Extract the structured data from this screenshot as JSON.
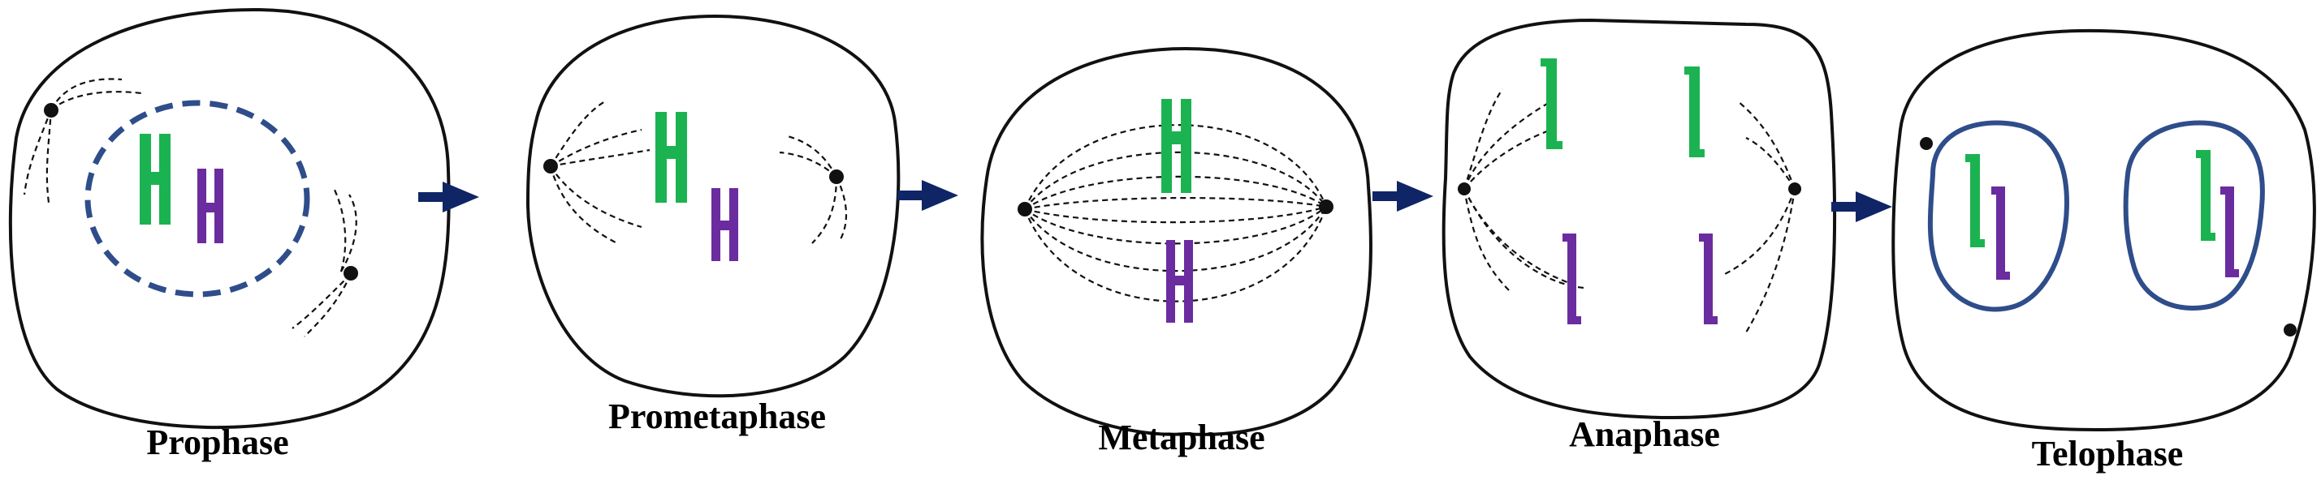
{
  "colors": {
    "chromosome_green": "#1bb351",
    "chromosome_purple": "#6b2c9f",
    "nuclear_envelope": "#2e4d8a",
    "arrow": "#0f2566",
    "outline": "#111111"
  },
  "stages": [
    {
      "id": "prophase",
      "label": "Prophase"
    },
    {
      "id": "prometaphase",
      "label": "Prometaphase"
    },
    {
      "id": "metaphase",
      "label": "Metaphase"
    },
    {
      "id": "anaphase",
      "label": "Anaphase"
    },
    {
      "id": "telophase",
      "label": "Telophase"
    }
  ],
  "arrows": [
    {
      "from": "prophase",
      "to": "prometaphase"
    },
    {
      "from": "prometaphase",
      "to": "metaphase"
    },
    {
      "from": "metaphase",
      "to": "anaphase"
    },
    {
      "from": "anaphase",
      "to": "telophase"
    }
  ]
}
